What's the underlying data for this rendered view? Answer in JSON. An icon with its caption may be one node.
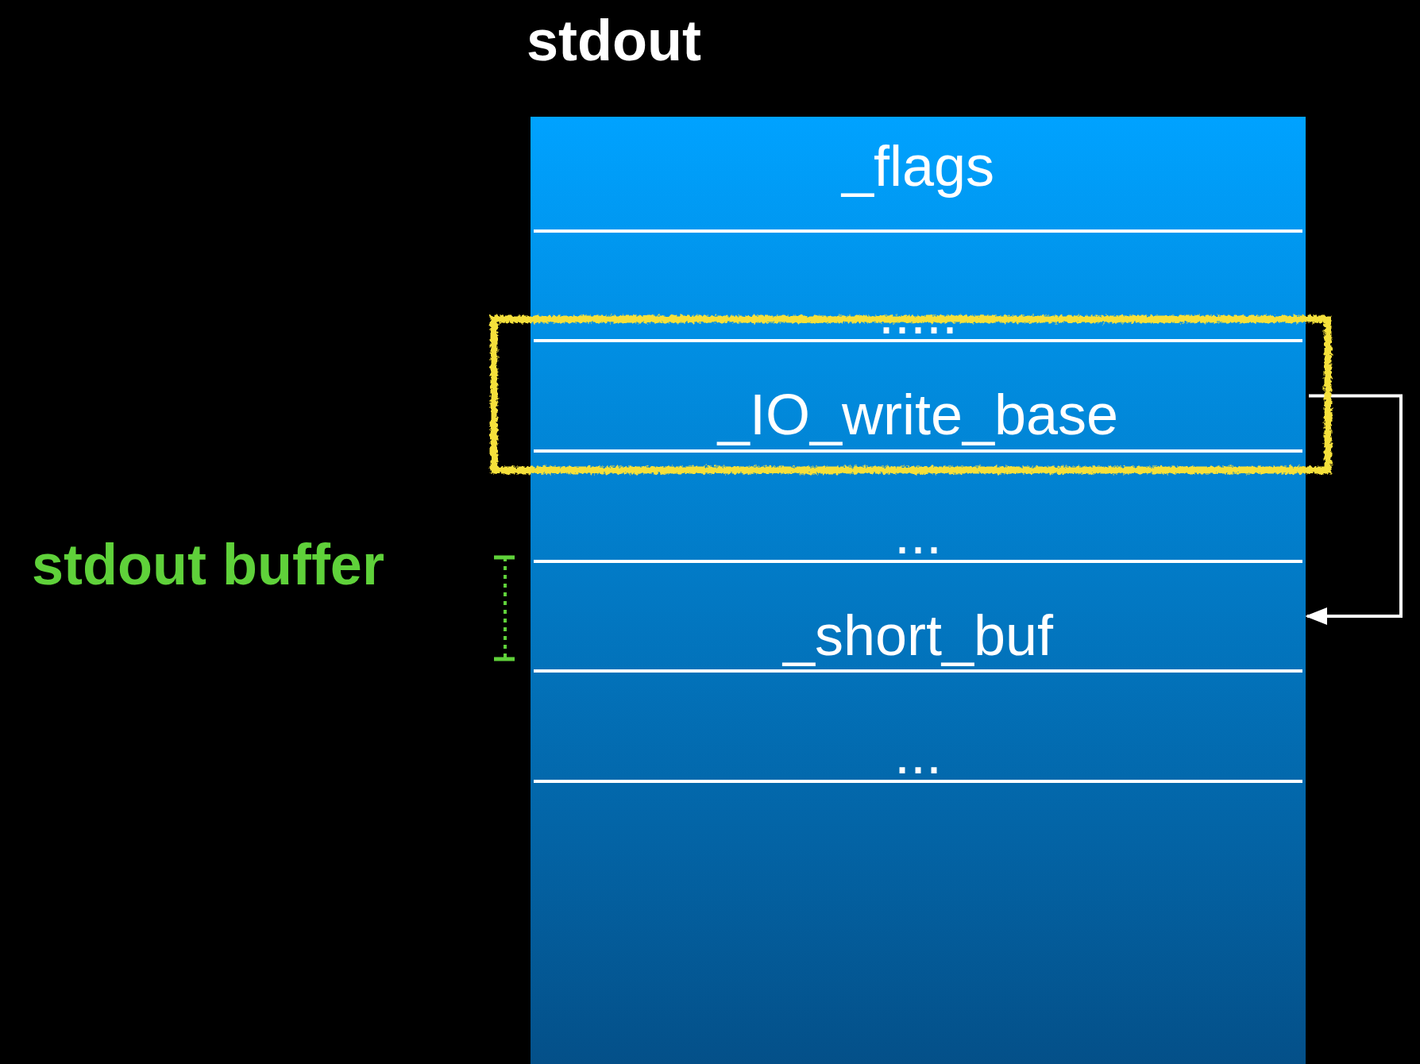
{
  "diagram": {
    "nodes": [
      {
        "text": [
          "stdout"
        ]
      },
      {
        "text": [
          "_flags"
        ],
        "in": 0
      },
      {
        "text": [
          "....."
        ],
        "in": 0
      },
      {
        "text": [
          "_IO_write_base"
        ],
        "in": 0
      },
      {
        "text": [
          "..."
        ],
        "in": 0
      },
      {
        "text": [
          "_short_buf"
        ],
        "in": 0
      },
      {
        "text": [
          "..."
        ],
        "in": 0
      }
    ],
    "edges": [
      {
        "from": 3,
        "to": 5,
        "arrow": "to"
      }
    ],
    "labels": [
      "stdout buffer"
    ]
  }
}
